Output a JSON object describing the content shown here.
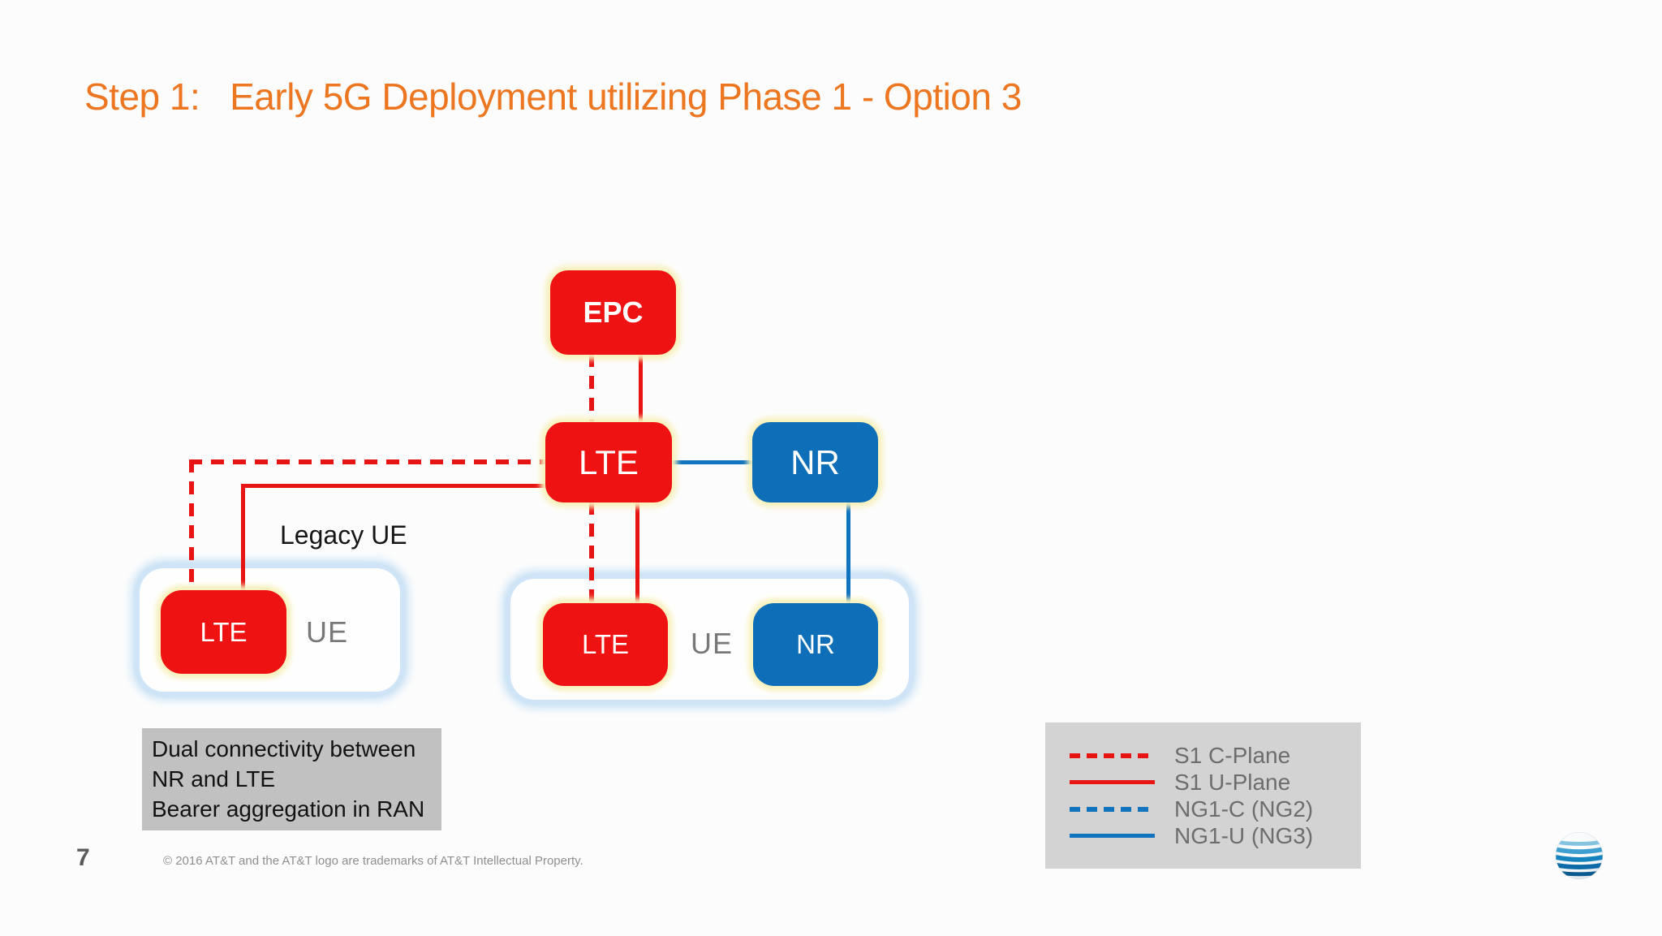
{
  "title": "Step 1:   Early 5G Deployment utilizing Phase 1 - Option 3",
  "nodes": {
    "epc": {
      "label": "EPC"
    },
    "ran_lte": {
      "label": "LTE"
    },
    "ran_nr": {
      "label": "NR"
    },
    "legacy_ue_lte": {
      "label": "LTE"
    },
    "dual_ue_lte": {
      "label": "LTE"
    },
    "dual_ue_nr": {
      "label": "NR"
    }
  },
  "captions": {
    "legacy_ue": "Legacy UE",
    "legacy_ue_device": "UE",
    "dual_ue_device": "UE"
  },
  "note": {
    "lines": [
      "Dual connectivity between",
      "NR and LTE",
      "Bearer aggregation in RAN"
    ]
  },
  "legend": {
    "entries": [
      {
        "label": "S1 C-Plane",
        "line": "red-dashed"
      },
      {
        "label": "S1 U-Plane",
        "line": "red-solid"
      },
      {
        "label": "NG1-C (NG2)",
        "line": "blue-dashed"
      },
      {
        "label": "NG1-U (NG3)",
        "line": "blue-solid"
      }
    ]
  },
  "footer": {
    "page_number": "7",
    "copyright": "© 2016 AT&T and the AT&T logo are trademarks of AT&T Intellectual Property."
  },
  "logo": {
    "name": "att-globe"
  },
  "colors": {
    "title_orange": "#ED7621",
    "node_red": "#EE1212",
    "node_blue": "#0E6FB8",
    "line_red": "#E81414",
    "line_blue": "#1273BE",
    "node_glow_yellow": "#F8F1BD",
    "container_glow_blue": "#B3D7F2",
    "note_gray": "#C2C1C1",
    "legend_gray": "#D4D3D3",
    "legend_text_gray": "#6D6D6D"
  }
}
